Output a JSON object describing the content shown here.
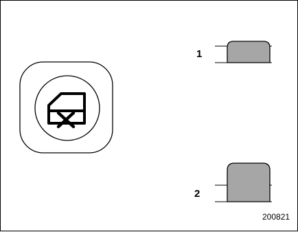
{
  "figure": {
    "callouts": [
      {
        "number": "1",
        "state": "released"
      },
      {
        "number": "2",
        "state": "pressed"
      }
    ],
    "figure_code": "200821",
    "colors": {
      "stroke": "#000000",
      "button_fill": "#a6a6a6",
      "background": "#ffffff"
    },
    "icon": "window-lock-switch-icon"
  }
}
